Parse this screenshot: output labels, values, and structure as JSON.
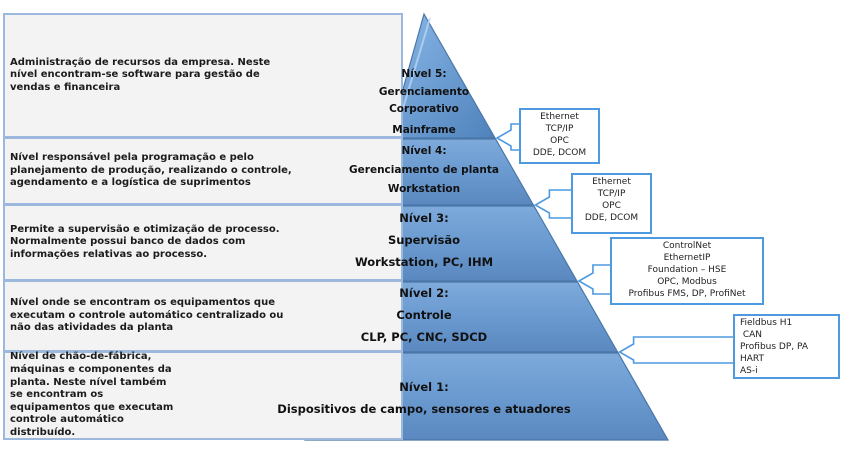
{
  "diagram": {
    "type": "automation-pyramid",
    "colors": {
      "pyramid_fill": "#6f9fd2",
      "pyramid_edge": "#4a76a8",
      "description_bg": "#f3f3f3",
      "description_border": "#9db8dd",
      "protocol_border": "#4e9ae0"
    },
    "levels": [
      {
        "id": "level-5",
        "title": "Nível 5:",
        "lines": [
          "Gerenciamento",
          "Corporativo",
          "Mainframe"
        ],
        "description": "Administração de recursos da empresa. Neste nível encontram-se software para gestão de vendas e  financeira",
        "protocols": [
          "Ethernet",
          "TCP/IP",
          "OPC",
          "DDE, DCOM"
        ]
      },
      {
        "id": "level-4",
        "title": "Nível 4:",
        "lines": [
          "Gerenciamento de planta",
          "Workstation"
        ],
        "description": "Nível responsável pela programação e pelo planejamento de produção, realizando o controle, agendamento e a logística de suprimentos",
        "protocols": [
          "Ethernet",
          "TCP/IP",
          "OPC",
          "DDE, DCOM"
        ]
      },
      {
        "id": "level-3",
        "title": "Nível 3:",
        "lines": [
          "Supervisão",
          "Workstation, PC, IHM"
        ],
        "description": "Permite a supervisão e otimização de processo. Normalmente possui banco de dados com informações relativas ao processo.",
        "protocols": [
          "ControlNet",
          "EthernetIP",
          "Foundation – HSE",
          "OPC, Modbus",
          "Profibus FMS, DP, ProfiNet"
        ]
      },
      {
        "id": "level-2",
        "title": "Nível 2:",
        "lines": [
          "Controle",
          "CLP, PC, CNC, SDCD"
        ],
        "description": "Nível onde se encontram os equipamentos que executam o controle automático centralizado ou não das atividades da planta",
        "protocols": [
          "Fieldbus H1",
          " CAN",
          "Profibus DP, PA",
          "HART",
          "AS-i"
        ]
      },
      {
        "id": "level-1",
        "title": "Nível 1:",
        "lines": [
          "Dispositivos de campo, sensores e atuadores"
        ],
        "description": "Nível de chão-de-fábrica, máquinas e componentes da planta. Neste nível também se encontram os equipamentos que executam controle automático distribuído.",
        "protocols": []
      }
    ]
  }
}
